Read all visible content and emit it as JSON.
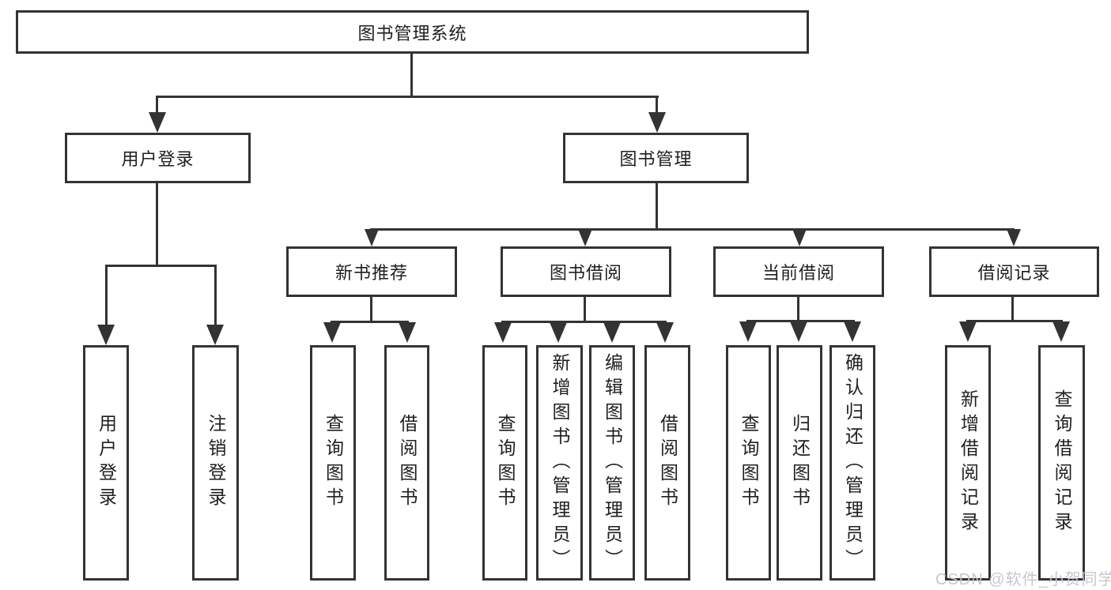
{
  "diagram": {
    "title": "图书管理系统",
    "root": "图书管理系统",
    "branches": [
      {
        "label": "用户登录",
        "children": [
          "用户登录",
          "注销登录"
        ]
      },
      {
        "label": "图书管理",
        "sections": [
          {
            "label": "新书推荐",
            "children": [
              "查询图书",
              "借阅图书"
            ]
          },
          {
            "label": "图书借阅",
            "children": [
              "查询图书",
              "新增图书（管理员）",
              "编辑图书（管理员）",
              "借阅图书"
            ]
          },
          {
            "label": "当前借阅",
            "children": [
              "查询图书",
              "归还图书",
              "确认归还（管理员）"
            ]
          },
          {
            "label": "借阅记录",
            "children": [
              "新增借阅记录",
              "查询借阅记录"
            ]
          }
        ]
      }
    ]
  },
  "watermark": {
    "text": "CSDN @软件_小贺同学"
  },
  "colors": {
    "line": "#333333",
    "text": "#1f1f1f",
    "background": "#ffffff",
    "watermark": "#c1c6cc"
  }
}
